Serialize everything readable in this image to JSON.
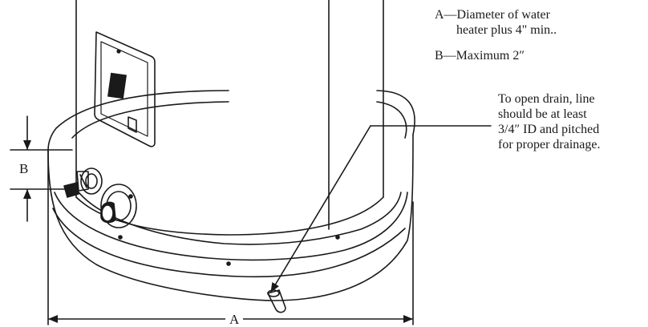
{
  "legend": {
    "a_line1": "A—Diameter of water",
    "a_line2": "heater plus 4\" min..",
    "b": "B—Maximum 2″"
  },
  "drain_note": {
    "line1": "To open drain, line",
    "line2": "should be at least",
    "line3": "3/4″ ID and pitched",
    "line4": "for proper drainage."
  },
  "dimensions": {
    "a_label": "A",
    "b_label": "B"
  },
  "colors": {
    "stroke": "#1a1a1a",
    "background": "#ffffff"
  },
  "icons": {
    "heater": "water-heater-tank",
    "pan": "drain-pan",
    "drain": "drain-pipe"
  }
}
